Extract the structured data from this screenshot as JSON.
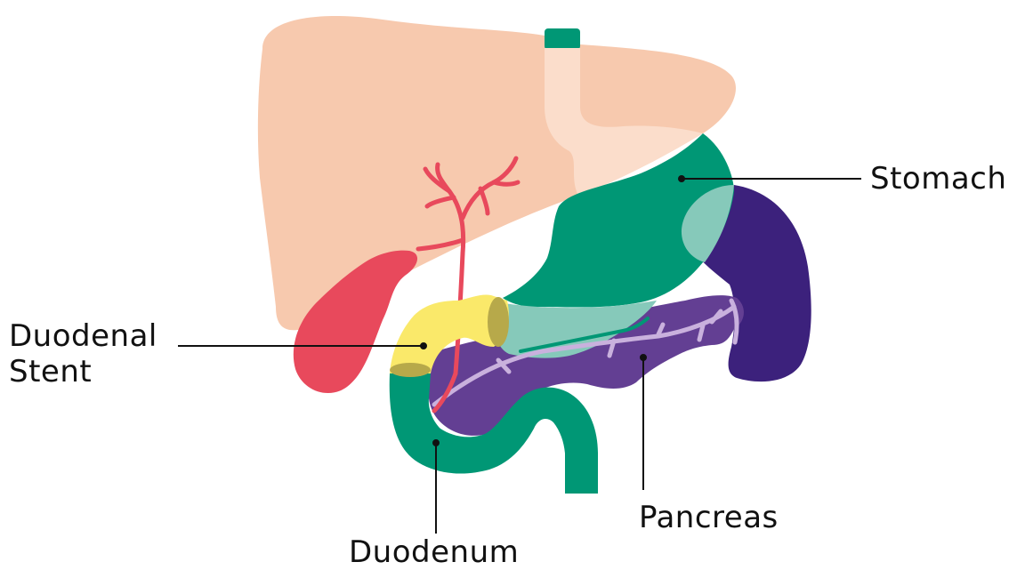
{
  "labels": {
    "stomach": "Stomach",
    "duodenal_stent_line1": "Duodenal",
    "duodenal_stent_line2": "Stent",
    "pancreas": "Pancreas",
    "duodenum": "Duodenum"
  },
  "colors": {
    "liver": "#F7C9AE",
    "liver_overlap": "#FBDDCB",
    "stomach": "#009775",
    "stomach_light": "#86C9BA",
    "spleen": "#3C217C",
    "pancreas": "#633F93",
    "pancreatic_vessels": "#C9B1DD",
    "gallbladder": "#E8495C",
    "stent": "#FAE96A",
    "stent_shadow": "#B7A94A",
    "leader_line": "#111111"
  }
}
